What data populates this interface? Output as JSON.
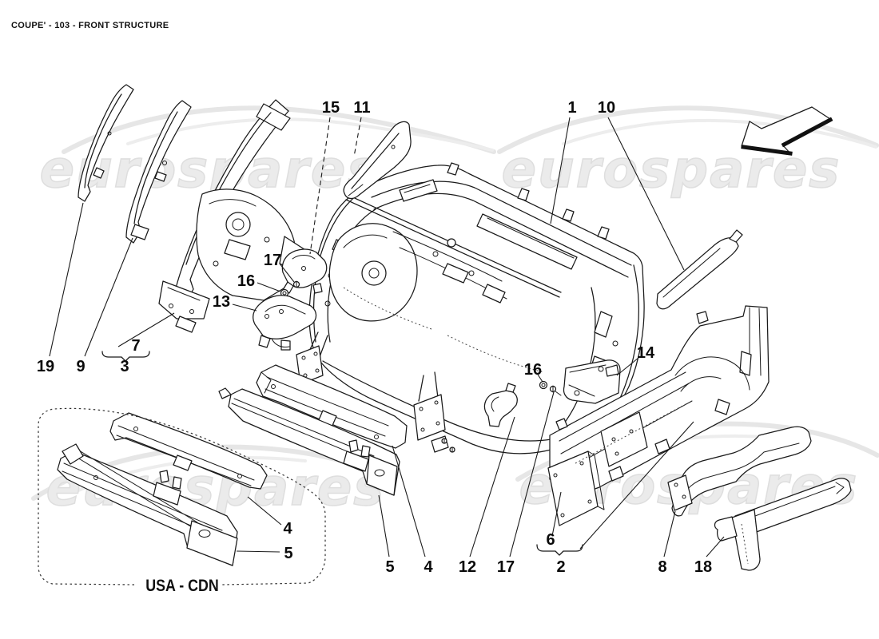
{
  "header": {
    "title": "COUPE' - 103 - FRONT STRUCTURE"
  },
  "watermark": {
    "text": "eurospares"
  },
  "region_box": {
    "label": "USA - CDN"
  },
  "part_labels": {
    "p19": "19",
    "p9": "9",
    "p3": "3",
    "p7": "7",
    "p15": "15",
    "p11": "11",
    "p1": "1",
    "p10": "10",
    "p17_left": "17",
    "p16_left": "16",
    "p13": "13",
    "p14": "14",
    "p16_right": "16",
    "p12": "12",
    "p17_bottom": "17",
    "p5_main": "5",
    "p4_main": "4",
    "p6": "6",
    "p2": "2",
    "p8": "8",
    "p18": "18",
    "p4_usa": "4",
    "p5_usa": "5"
  },
  "colors": {
    "line": "#1a1a1a",
    "label": "#0a0a0a",
    "watermark": "#ebebeb",
    "background": "#ffffff"
  }
}
